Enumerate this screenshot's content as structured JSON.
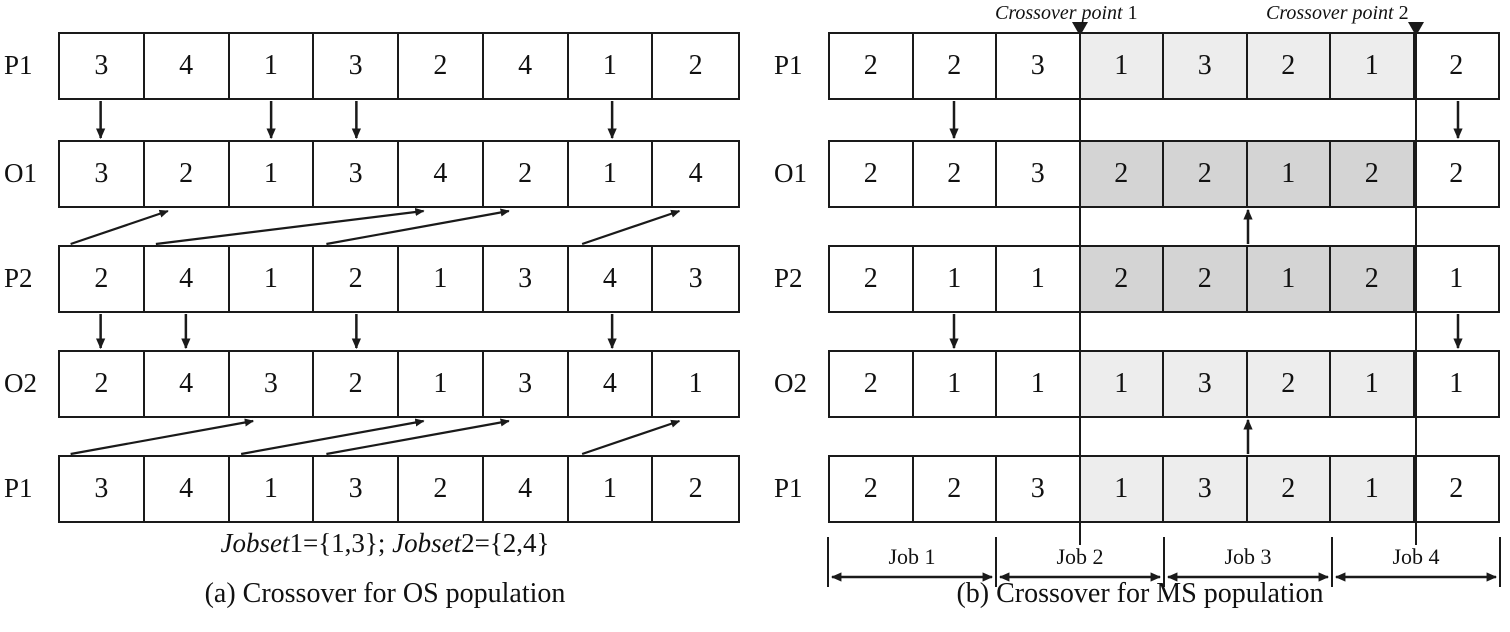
{
  "figure": {
    "panels": [
      {
        "id": "a",
        "caption": "(a) Crossover for OS population",
        "jobset_note": {
          "label1": "Jobset",
          "num1": "1",
          "eq1": "={1,3}; ",
          "label2": "Jobset",
          "num2": "2",
          "eq2": "={2,4}"
        },
        "rows": [
          {
            "name": "P1",
            "label": "P1",
            "values": [
              "3",
              "4",
              "1",
              "3",
              "2",
              "4",
              "1",
              "2"
            ]
          },
          {
            "name": "O1",
            "label": "O1",
            "values": [
              "3",
              "2",
              "1",
              "3",
              "4",
              "2",
              "1",
              "4"
            ]
          },
          {
            "name": "P2",
            "label": "P2",
            "values": [
              "2",
              "4",
              "1",
              "2",
              "1",
              "3",
              "4",
              "3"
            ]
          },
          {
            "name": "O2",
            "label": "O2",
            "values": [
              "2",
              "4",
              "3",
              "2",
              "1",
              "3",
              "4",
              "1"
            ]
          },
          {
            "name": "P1b",
            "label": "P1",
            "values": [
              "3",
              "4",
              "1",
              "3",
              "2",
              "4",
              "1",
              "2"
            ]
          }
        ],
        "down_arrows_p1_o1": [
          1,
          3,
          4,
          7
        ],
        "down_arrows_p2_o2": [
          1,
          2,
          4,
          7
        ],
        "diagonals_p2_to_o1": [
          [
            1,
            2
          ],
          [
            2,
            5
          ],
          [
            4,
            6
          ],
          [
            7,
            8
          ]
        ],
        "diagonals_p1_to_o2": [
          [
            1,
            3
          ],
          [
            3,
            5
          ],
          [
            4,
            6
          ],
          [
            7,
            8
          ]
        ]
      },
      {
        "id": "b",
        "caption": "(b) Crossover for MS population",
        "crossover_points": [
          {
            "label": "Crossover point",
            "num": "1",
            "boundary": 3
          },
          {
            "label": "Crossover point",
            "num": "2",
            "boundary": 7
          }
        ],
        "rows": [
          {
            "name": "P1",
            "label": "P1",
            "values": [
              "2",
              "2",
              "3",
              "1",
              "3",
              "2",
              "1",
              "2"
            ],
            "shade": "light",
            "shade_from": 3,
            "shade_to": 7
          },
          {
            "name": "O1",
            "label": "O1",
            "values": [
              "2",
              "2",
              "3",
              "2",
              "2",
              "1",
              "2",
              "2"
            ],
            "shade": "dark",
            "shade_from": 3,
            "shade_to": 7
          },
          {
            "name": "P2",
            "label": "P2",
            "values": [
              "2",
              "1",
              "1",
              "2",
              "2",
              "1",
              "2",
              "1"
            ],
            "shade": "dark",
            "shade_from": 3,
            "shade_to": 7
          },
          {
            "name": "O2",
            "label": "O2",
            "values": [
              "2",
              "1",
              "1",
              "1",
              "3",
              "2",
              "1",
              "1"
            ],
            "shade": "light",
            "shade_from": 3,
            "shade_to": 7
          },
          {
            "name": "P1b",
            "label": "P1",
            "values": [
              "2",
              "2",
              "3",
              "1",
              "3",
              "2",
              "1",
              "2"
            ],
            "shade": "light",
            "shade_from": 3,
            "shade_to": 7
          }
        ],
        "down_arrows_p1_o1": [
          2,
          8
        ],
        "down_arrows_p2_o2": [
          2,
          8
        ],
        "up_arrow_p2_to_o1": 5,
        "up_arrow_p1b_to_o2": 5,
        "jobs": [
          {
            "label": "Job 1",
            "from": 0,
            "to": 2
          },
          {
            "label": "Job 2",
            "from": 2,
            "to": 4
          },
          {
            "label": "Job 3",
            "from": 4,
            "to": 6
          },
          {
            "label": "Job 4",
            "from": 6,
            "to": 8
          }
        ]
      }
    ]
  },
  "colors": {
    "ink": "#1a1a1a",
    "shade_light": "#ededed",
    "shade_dark": "#d4d4d4",
    "background": "#ffffff"
  }
}
